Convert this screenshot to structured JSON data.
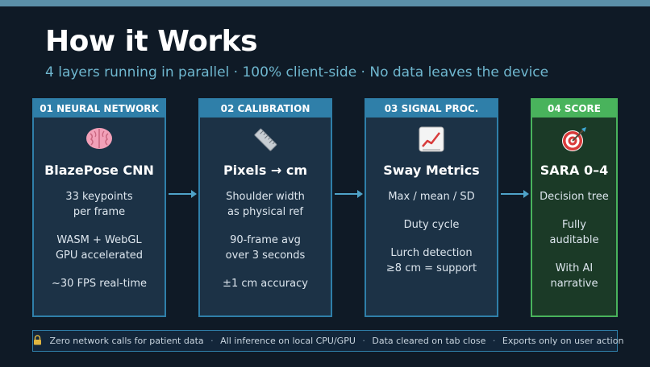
{
  "slide": {
    "title": "How it Works",
    "subtitle": "4 layers running in parallel · 100% client-side · No data leaves the device"
  },
  "cards": [
    {
      "header": "01  NEURAL NETWORK",
      "icon": "brain-icon",
      "title": "BlazePose CNN",
      "lines": [
        "33 keypoints",
        "per frame",
        "",
        "WASM + WebGL",
        "GPU accelerated",
        "",
        "~30 FPS real-time"
      ]
    },
    {
      "header": "02  CALIBRATION",
      "icon": "ruler-icon",
      "title": "Pixels → cm",
      "lines": [
        "Shoulder width",
        "as physical ref",
        "",
        "90-frame avg",
        "over 3 seconds",
        "",
        "±1 cm accuracy"
      ]
    },
    {
      "header": "03  SIGNAL PROC.",
      "icon": "chart-increasing-icon",
      "title": "Sway Metrics",
      "lines": [
        "Max / mean / SD",
        "",
        "Duty cycle",
        "",
        "Lurch detection",
        "≥8 cm = support"
      ]
    },
    {
      "header": "04  SCORE",
      "icon": "target-icon",
      "title": "SARA 0–4",
      "lines": [
        "Decision tree",
        "",
        "Fully",
        "auditable",
        "",
        "With AI",
        "narrative"
      ]
    }
  ],
  "footer": {
    "icon": "lock-icon",
    "items": [
      "Zero network calls for patient data",
      "All inference on local CPU/GPU",
      "Data cleared on tab close",
      "Exports only on user action"
    ],
    "separator": "·"
  },
  "colors": {
    "background": "#0f1a26",
    "accent_blue": "#2f7fa9",
    "accent_green": "#49b35c",
    "subtitle": "#6fb7cf"
  }
}
